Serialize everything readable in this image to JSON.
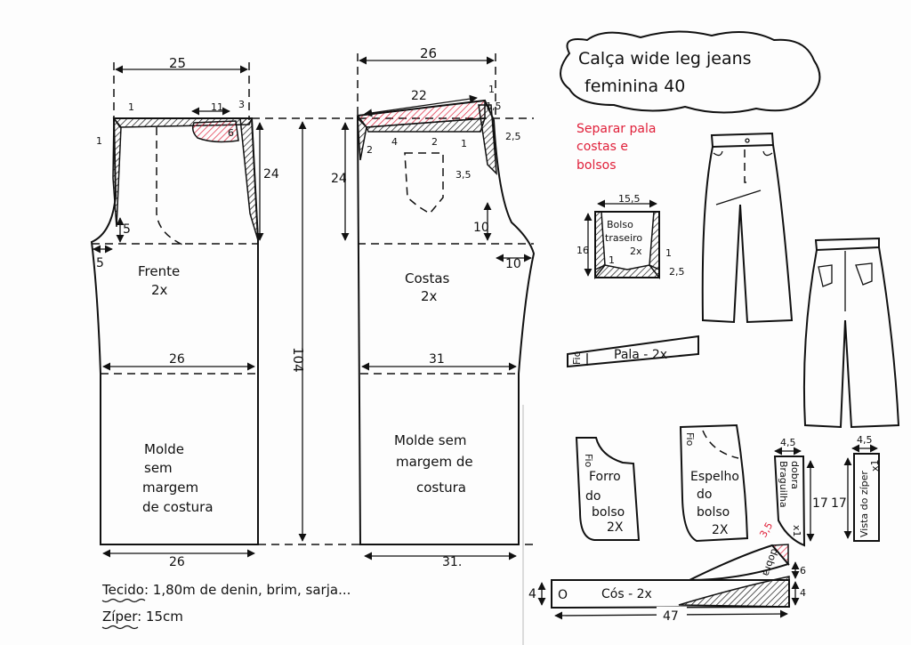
{
  "title": {
    "line1": "Calça wide leg jeans",
    "line2": "feminina 40"
  },
  "note_red": [
    "Separar pala",
    "costas e",
    "bolsos"
  ],
  "total_length": "104",
  "front": {
    "label": "Frente",
    "qty": "2x",
    "molde": [
      "Molde",
      "sem",
      "margem",
      "de costura"
    ],
    "dims": {
      "top": "25",
      "pocket_width": "11",
      "waist_side": "3",
      "pocket_depth": "6",
      "waist_a": "1",
      "waist_b": "1",
      "rise": "24",
      "crotch_drop": "5",
      "crotch_ext": "5",
      "knee": "26",
      "hem": "26"
    }
  },
  "back": {
    "label": "Costas",
    "qty": "2x",
    "molde": [
      "Molde sem",
      "margem de",
      "costura"
    ],
    "dims": {
      "top": "26",
      "yoke": "22",
      "raise": "1",
      "raise_b": "1,5",
      "side": "2,5",
      "yoke_left": "2",
      "pocket_top": "4",
      "pocket_top_b": "2",
      "yoke_right": "1",
      "pocket_side": "3,5",
      "rise": "24",
      "crotch_drop": "10",
      "crotch_ext": "10",
      "knee": "31",
      "hem": "31."
    }
  },
  "materials": {
    "fabric": "Tecido: 1,80m de denin, brim, sarja...",
    "zipper": "Zíper: 15cm"
  },
  "bolso_traseiro": {
    "lines": [
      "Bolso",
      "traseiro",
      "2x"
    ],
    "width": "15,5",
    "height": "16",
    "margin_l": "1",
    "margin_r": "1",
    "bottom": "2,5"
  },
  "pala": {
    "label": "Pala - 2x",
    "grain": "Fio"
  },
  "forro": {
    "lines": [
      "Forro",
      "do",
      "bolso",
      "2X"
    ],
    "grain": "Fio"
  },
  "espelho": {
    "lines": [
      "Espelho",
      "do",
      "bolso",
      "2X"
    ],
    "grain": "Fio"
  },
  "braguilha": {
    "label": "Braguilha",
    "fold": "dobra",
    "qty": "x1",
    "width": "4,5",
    "length": "17"
  },
  "vista": {
    "label": "Vista do zíper",
    "qty": "x1",
    "width": "4,5",
    "length": "17"
  },
  "cos": {
    "label": "Cós - 2x",
    "length": "47",
    "height": "4",
    "rise": "6",
    "height_r": "4",
    "fold": "dobra",
    "angle": "3,5",
    "button": "O"
  },
  "colors": {
    "ink": "#111111",
    "red": "#e0203a"
  }
}
